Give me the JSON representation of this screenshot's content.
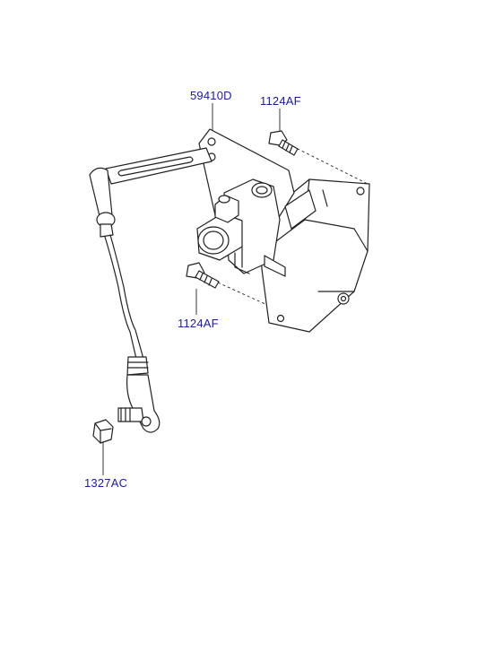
{
  "diagram": {
    "parts": [
      {
        "code": "59410D",
        "description": "headlamp leveling sensor assembly"
      },
      {
        "code": "1124AF",
        "description": "flange bolt"
      },
      {
        "code": "1124AF",
        "description": "flange bolt"
      },
      {
        "code": "1327AC",
        "description": "hex nut"
      }
    ],
    "colors": {
      "label": "#1a1aa8",
      "line": "#222222",
      "background": "#ffffff"
    }
  }
}
